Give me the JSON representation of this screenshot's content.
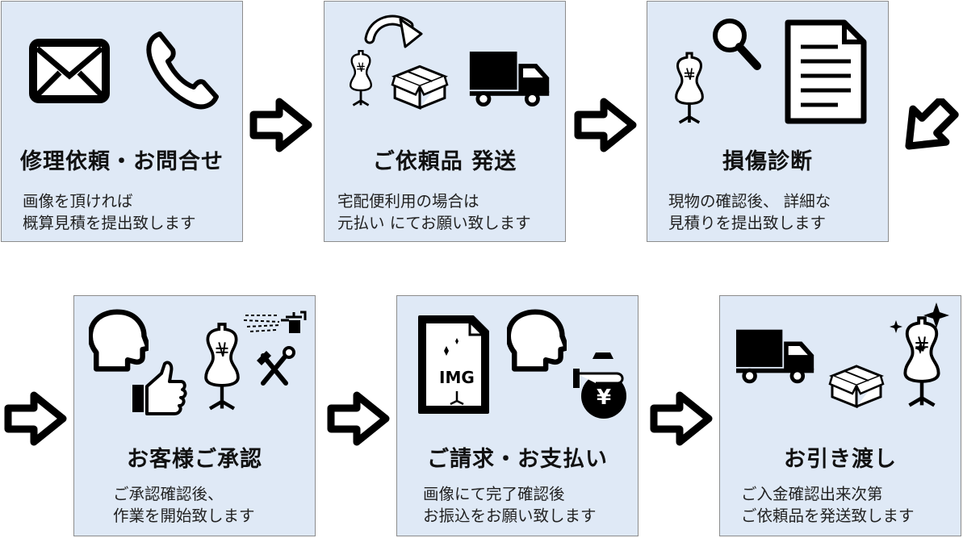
{
  "steps": [
    {
      "title": "修理依頼・お問合せ",
      "lines": [
        "画像を頂ければ",
        "概算見積を提出致します"
      ],
      "icons": [
        "envelope-icon",
        "phone-icon"
      ]
    },
    {
      "title": "ご依頼品 発送",
      "lines": [
        "宅配便利用の場合は",
        "元払い にてお願い致します"
      ],
      "icons": [
        "mannequin-icon",
        "curved-arrow-icon",
        "box-icon",
        "truck-icon"
      ]
    },
    {
      "title": "損傷診断",
      "lines": [
        "現物の確認後、 詳細な",
        "見積りを提出致します"
      ],
      "icons": [
        "mannequin-icon",
        "magnifier-icon",
        "document-icon"
      ]
    },
    {
      "title": "お客様ご承認",
      "lines": [
        "ご承認確認後、",
        "作業を開始致します"
      ],
      "icons": [
        "head-icon",
        "thumbs-up-icon",
        "mannequin-icon",
        "spray-icon",
        "tools-icon"
      ]
    },
    {
      "title": "ご請求・お支払い",
      "lines": [
        "画像にて完了確認後",
        "お振込をお願い致します"
      ],
      "icons": [
        "image-file-icon",
        "head-icon",
        "money-bag-icon"
      ]
    },
    {
      "title": "お引き渡し",
      "lines": [
        "ご入金確認出来次第",
        "ご依頼品を発送致します"
      ],
      "icons": [
        "truck-icon",
        "box-icon",
        "sparkle-mannequin-icon"
      ]
    }
  ],
  "img_label": "IMG",
  "yen_symbol": "¥",
  "colors": {
    "box_fill": "#dfe9f6",
    "box_border": "#8c8c8c",
    "icon": "#000000"
  }
}
